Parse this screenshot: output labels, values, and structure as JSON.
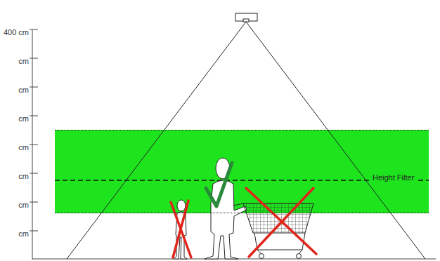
{
  "diagram": {
    "nodes": [
      {
        "text": [
          "Height Filter"
        ]
      }
    ],
    "labels": [
      "400 cm",
      "cm",
      "cm",
      "cm",
      "cm",
      "cm",
      "cm",
      "cm"
    ]
  }
}
